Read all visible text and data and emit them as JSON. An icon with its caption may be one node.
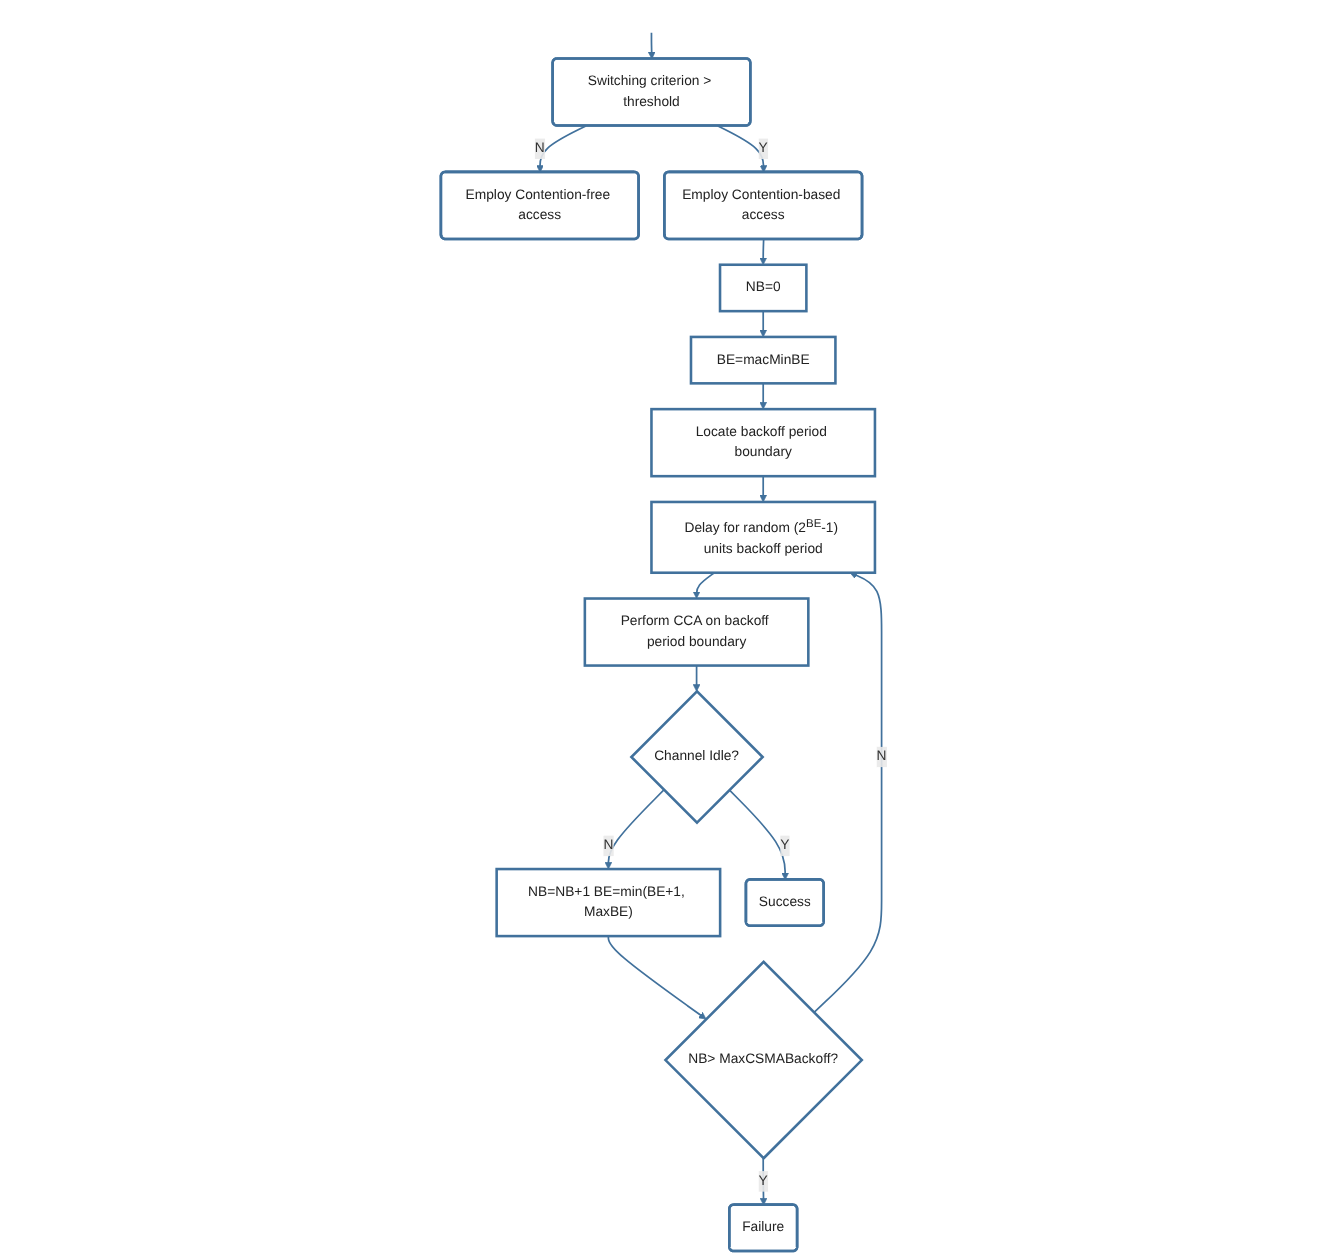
{
  "diagram": {
    "nodes": [
      {
        "text": [
          "Switching criterion > threshold"
        ]
      },
      {
        "text": [
          "Employ Contention-free access"
        ]
      },
      {
        "text": [
          "Employ Contention-based access"
        ]
      },
      {
        "text": [
          "NB=0"
        ]
      },
      {
        "text": [
          "BE=macMinBE"
        ]
      },
      {
        "text": [
          "Locate backoff period boundary"
        ]
      },
      {
        "text": [
          "Delay for random (2$^{BE}$-1) units backoff period"
        ]
      },
      {
        "text": [
          "Perform CCA on backoff period boundary"
        ]
      },
      {
        "text": [
          "Channel Idle?"
        ]
      },
      {
        "text": [
          "NB=NB+1 BE=min(BE+1, MaxBE)"
        ]
      },
      {
        "text": [
          "NB> MaxCSMABackoff?"
        ]
      },
      {
        "text": [
          "Success"
        ]
      },
      {
        "text": [
          "Failure"
        ]
      }
    ],
    "edges": [
      {
        "from": null,
        "to": 0,
        "arrow": "to"
      },
      {
        "from": 0,
        "to": 2,
        "arrow": "to",
        "label": "Y"
      },
      {
        "from": 0,
        "to": 1,
        "arrow": "to",
        "label": "N"
      },
      {
        "from": 2,
        "to": 3,
        "arrow": "to"
      },
      {
        "from": 3,
        "to": 4,
        "arrow": "to"
      },
      {
        "from": 4,
        "to": 5,
        "arrow": "to"
      },
      {
        "from": 5,
        "to": 6,
        "arrow": "to"
      },
      {
        "from": 6,
        "to": 7,
        "arrow": "to"
      },
      {
        "from": 7,
        "to": 8,
        "arrow": "to"
      },
      {
        "from": 8,
        "to": 11,
        "arrow": "to",
        "label": "Y"
      },
      {
        "from": 8,
        "to": 9,
        "arrow": "to",
        "label": "N"
      },
      {
        "from": 9,
        "to": 10,
        "arrow": "to"
      },
      {
        "from": 10,
        "to": 6,
        "arrow": "to",
        "label": "N"
      },
      {
        "from": 10,
        "to": 12,
        "arrow": "to",
        "label": "Y"
      }
    ]
  }
}
